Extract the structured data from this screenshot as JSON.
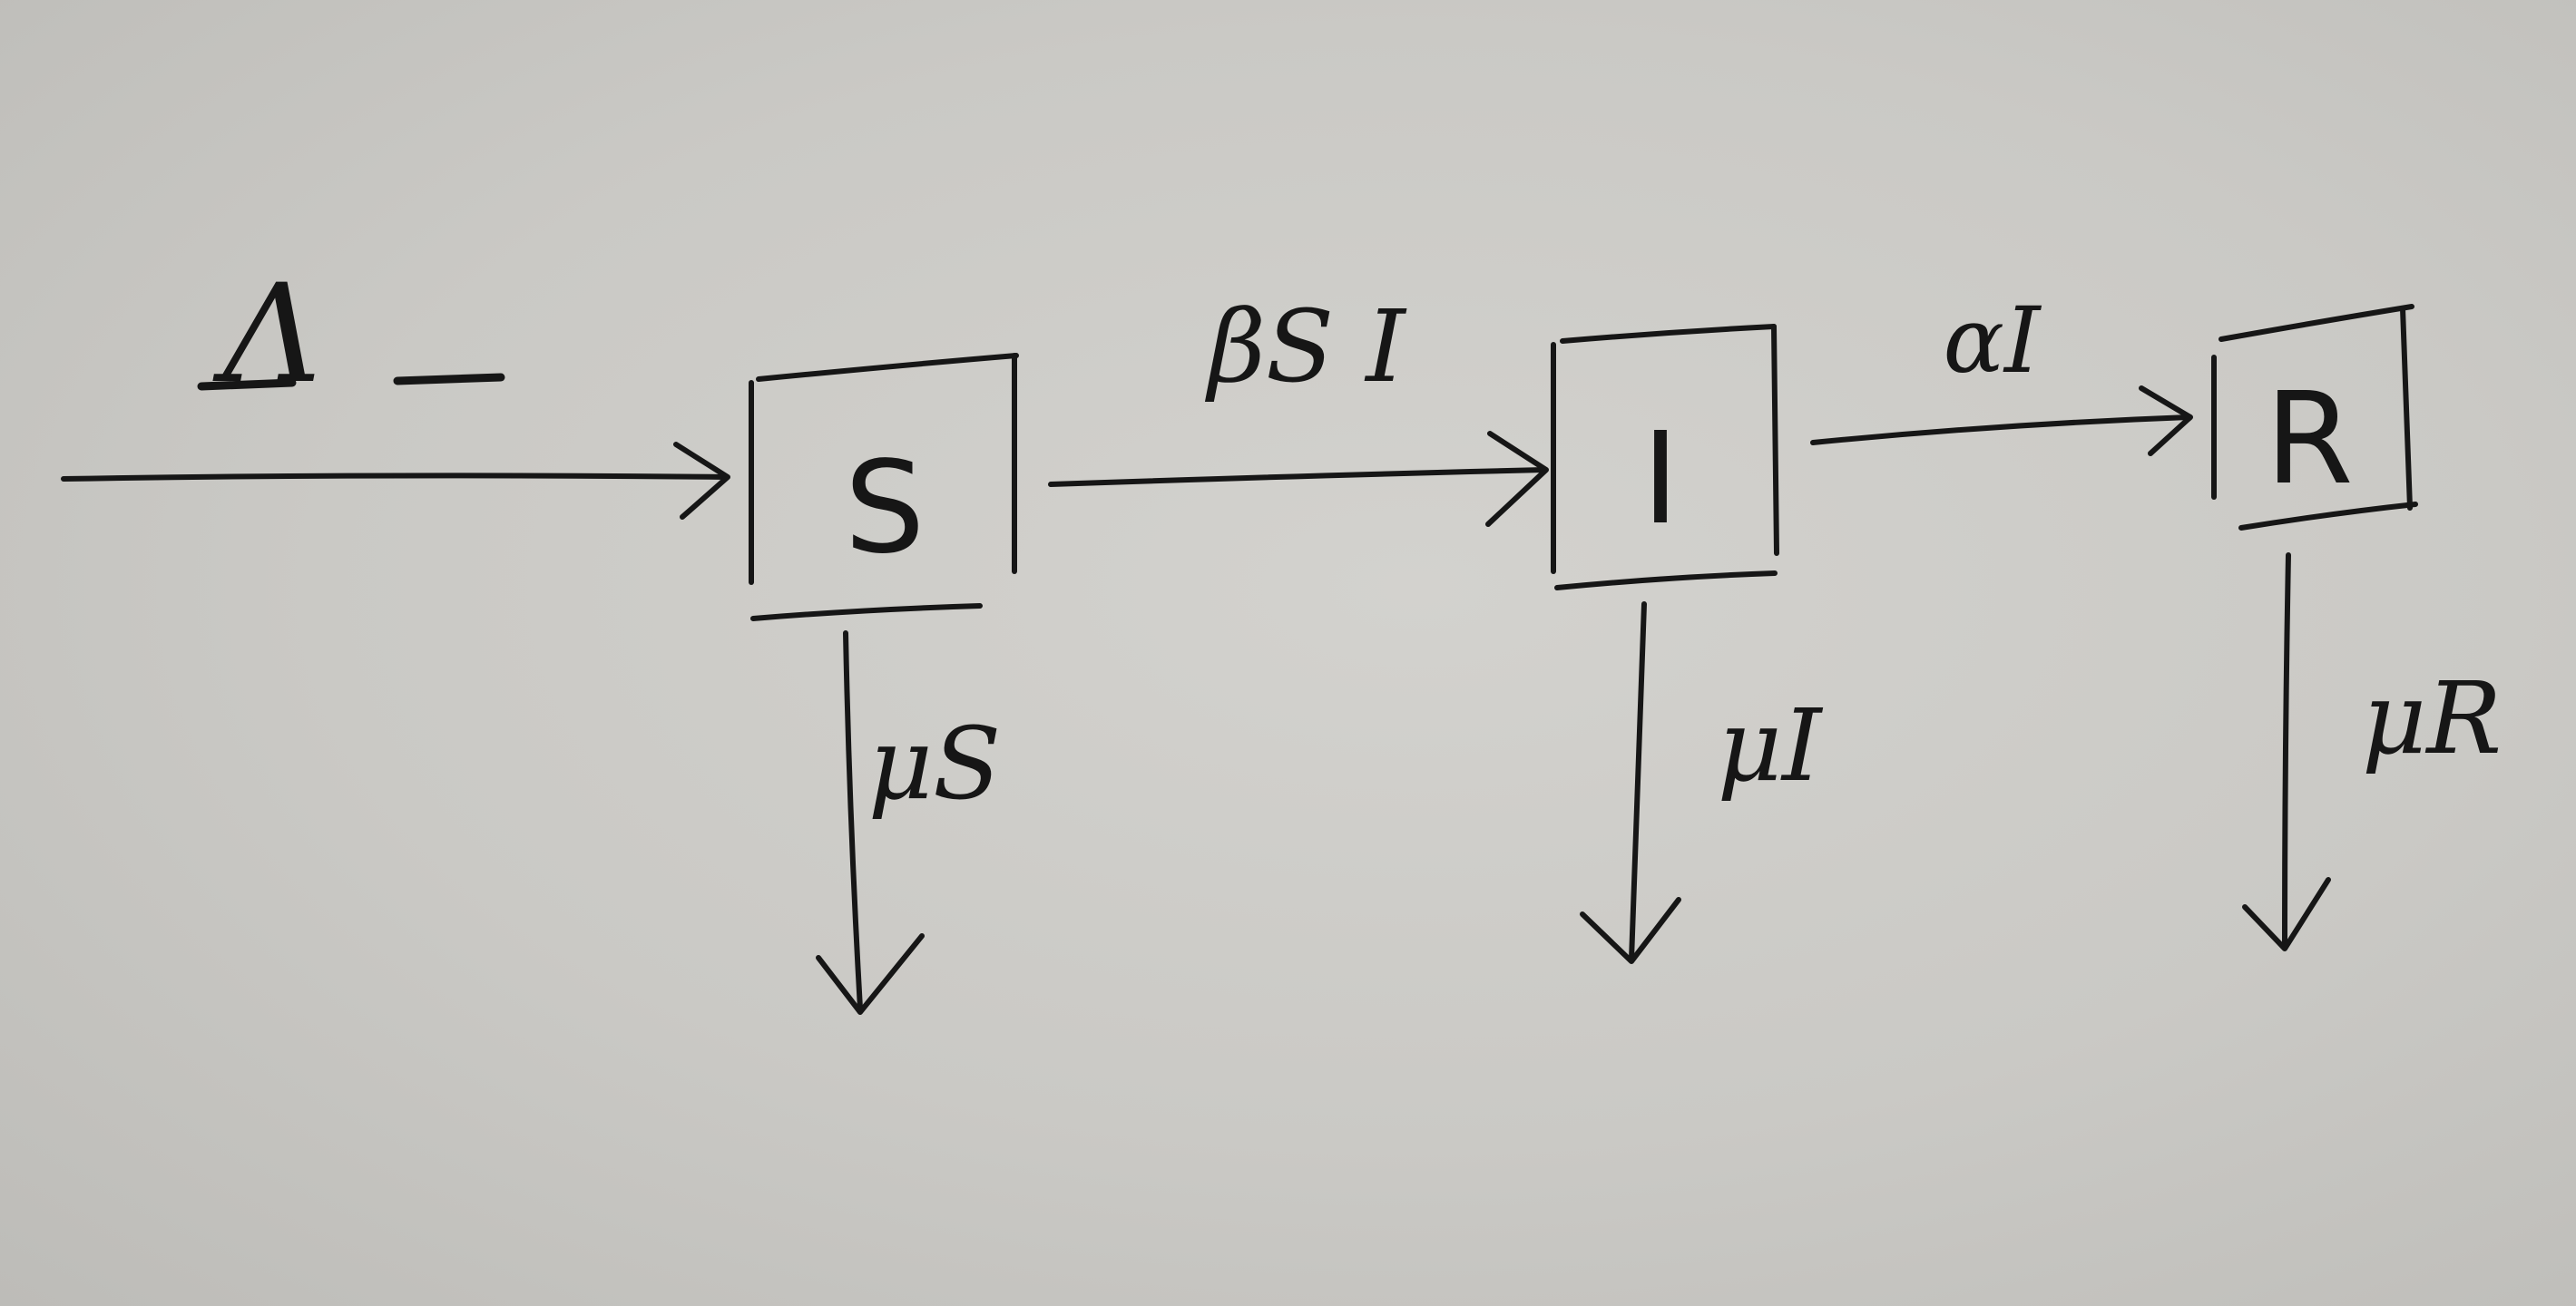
{
  "diagram": {
    "type": "compartment-flow",
    "medium": "handwritten on paper",
    "ink_color": "#161616",
    "paper_color": "#cac9c5",
    "nodes": [
      {
        "id": "S",
        "label": "S"
      },
      {
        "id": "I",
        "label": "I"
      },
      {
        "id": "R",
        "label": "R"
      }
    ],
    "edges": [
      {
        "from": "",
        "to": "S",
        "label": "Λ"
      },
      {
        "from": "S",
        "to": "I",
        "label": "βS I"
      },
      {
        "from": "I",
        "to": "R",
        "label": "αI"
      },
      {
        "from": "S",
        "to": "",
        "label": "μS"
      },
      {
        "from": "I",
        "to": "",
        "label": "μI"
      },
      {
        "from": "R",
        "to": "",
        "label": "μR"
      }
    ]
  }
}
